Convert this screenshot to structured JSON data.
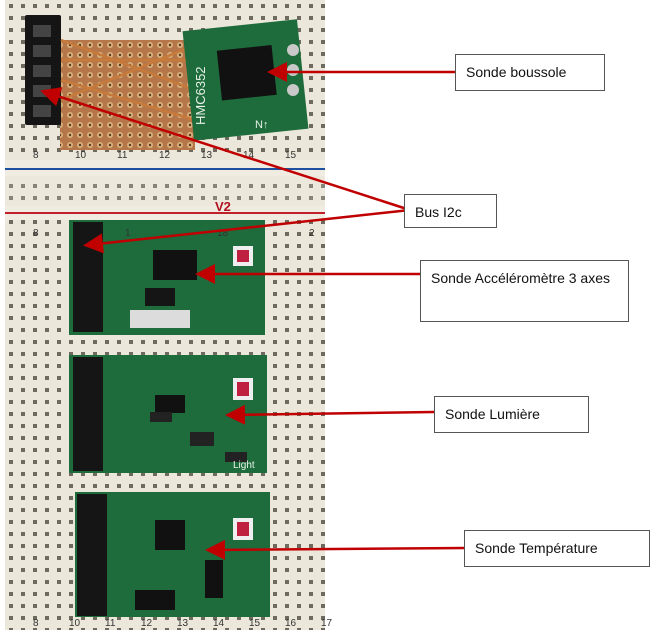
{
  "photo": {
    "board_chip_label": "HMC6352",
    "compass_arrow_text": "N↑",
    "rail_label": "V2",
    "ruler_numbers_top": [
      "8",
      "10",
      "11",
      "12",
      "13",
      "14",
      "15"
    ],
    "ruler_numbers_mid": [
      "8",
      "1",
      "18",
      "2"
    ],
    "ruler_numbers_bottom": [
      "8",
      "10",
      "11",
      "12",
      "13",
      "14",
      "15",
      "16",
      "17"
    ],
    "light_board_text": "Light"
  },
  "callouts": {
    "compass": "Sonde boussole",
    "i2c_bus": "Bus I2c",
    "accelerometer": "Sonde Accéléromètre 3 axes",
    "light": "Sonde Lumière",
    "temperature": "Sonde Température"
  },
  "colors": {
    "arrow": "#c00000",
    "pcb_green": "#1e6b3c",
    "breadboard": "#e9e4d8"
  }
}
